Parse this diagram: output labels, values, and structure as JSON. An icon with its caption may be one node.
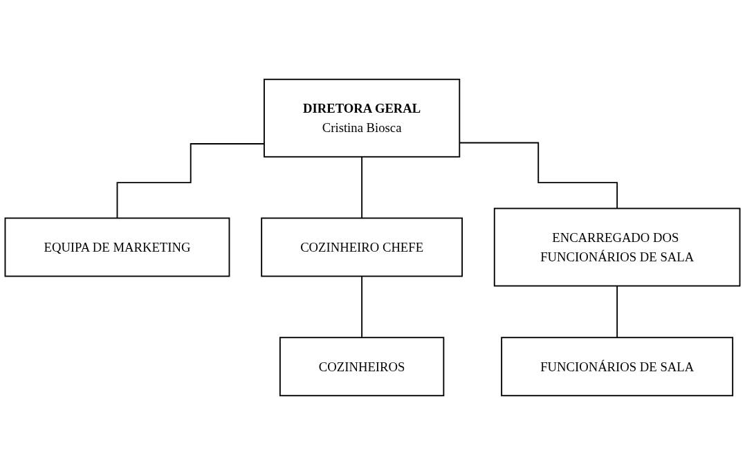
{
  "diagram": {
    "nodes": [
      {
        "text": [
          "DIRETORA GERAL",
          "Cristina Biosca"
        ]
      },
      {
        "text": [
          "EQUIPA DE MARKETING"
        ]
      },
      {
        "text": [
          "COZINHEIRO CHEFE"
        ]
      },
      {
        "text": [
          "ENCARREGADO DOS FUNCIONÁRIOS DE SALA"
        ]
      },
      {
        "text": [
          "COZINHEIROS"
        ]
      },
      {
        "text": [
          "FUNCIONÁRIOS DE SALA"
        ]
      }
    ],
    "edges": [
      {
        "from": 0,
        "to": 1,
        "arrow": "none"
      },
      {
        "from": 0,
        "to": 2,
        "arrow": "none"
      },
      {
        "from": 0,
        "to": 3,
        "arrow": "none"
      },
      {
        "from": 2,
        "to": 4,
        "arrow": "none"
      },
      {
        "from": 3,
        "to": 5,
        "arrow": "none"
      }
    ]
  }
}
